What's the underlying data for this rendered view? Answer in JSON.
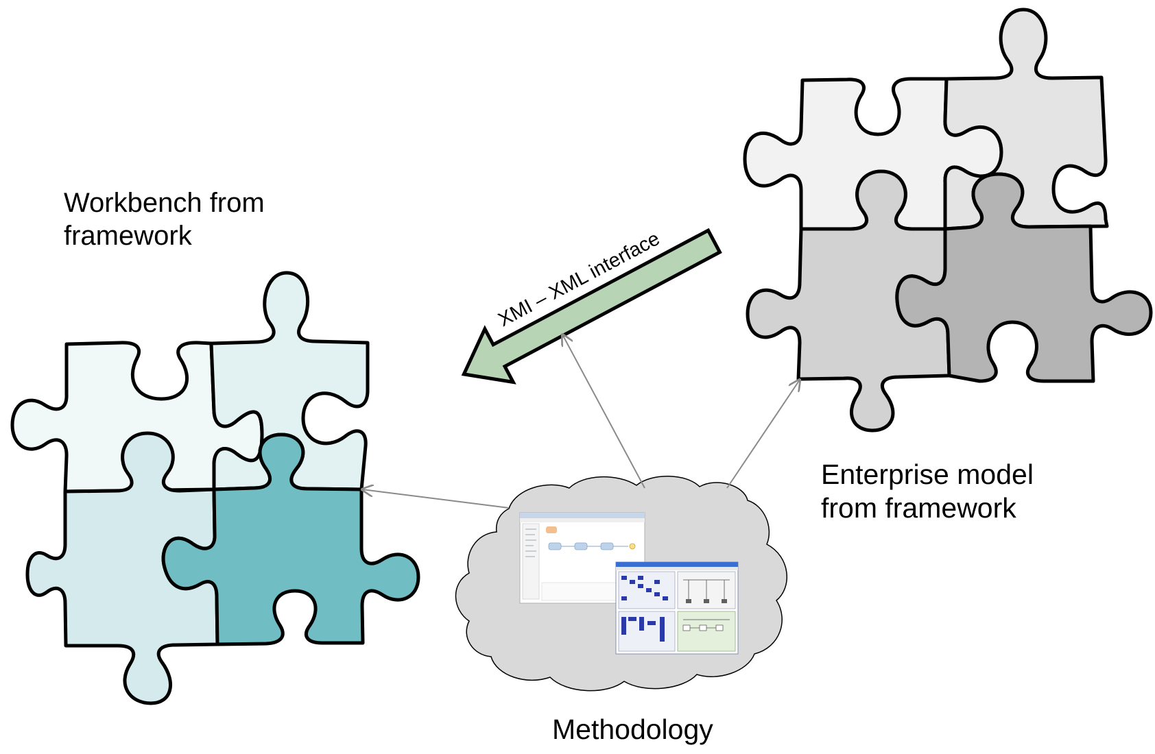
{
  "labels": {
    "workbench_line1": "Workbench from",
    "workbench_line2": "framework",
    "enterprise_line1": "Enterprise model",
    "enterprise_line2": "from framework",
    "methodology": "Methodology",
    "xmi_arrow": "XMI – XML interface"
  },
  "colors": {
    "workbench_tile_1": "#f0f8f8",
    "workbench_tile_2": "#e2f2f2",
    "workbench_tile_3": "#d4eaec",
    "workbench_tile_4": "#70bec4",
    "enterprise_tile_1": "#f2f2f2",
    "enterprise_tile_2": "#e4e4e4",
    "enterprise_tile_3": "#d2d2d2",
    "enterprise_tile_4": "#b4b4b4",
    "xmi_arrow_fill": "#b7d4b5",
    "cloud_fill": "#d9d9d9",
    "connector_stroke": "#8a8a8a"
  }
}
